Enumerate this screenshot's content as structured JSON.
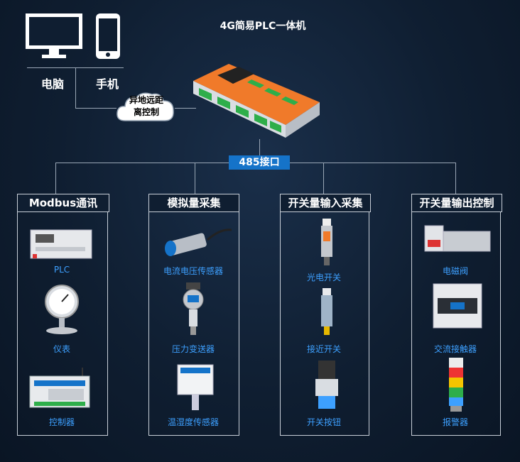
{
  "title": "4G简易PLC一体机",
  "devices": {
    "computer": "电脑",
    "phone": "手机"
  },
  "cloud": {
    "line1": "异地远距",
    "line2": "离控制"
  },
  "interface": "485接口",
  "panels": [
    {
      "title": "Modbus通讯",
      "items": [
        "PLC",
        "仪表",
        "控制器"
      ]
    },
    {
      "title": "模拟量采集",
      "items": [
        "电流电压传感器",
        "压力变送器",
        "温湿度传感器"
      ]
    },
    {
      "title": "开关量输入采集",
      "items": [
        "光电开关",
        "接近开关",
        "开关按钮"
      ]
    },
    {
      "title": "开关量输出控制",
      "items": [
        "电磁阀",
        "交流接触器",
        "报警器"
      ]
    }
  ],
  "colors": {
    "background": "#0f1e31",
    "accent_blue": "#1573c9",
    "label_blue": "#3da0ff",
    "plc_orange": "#f07a2a"
  }
}
